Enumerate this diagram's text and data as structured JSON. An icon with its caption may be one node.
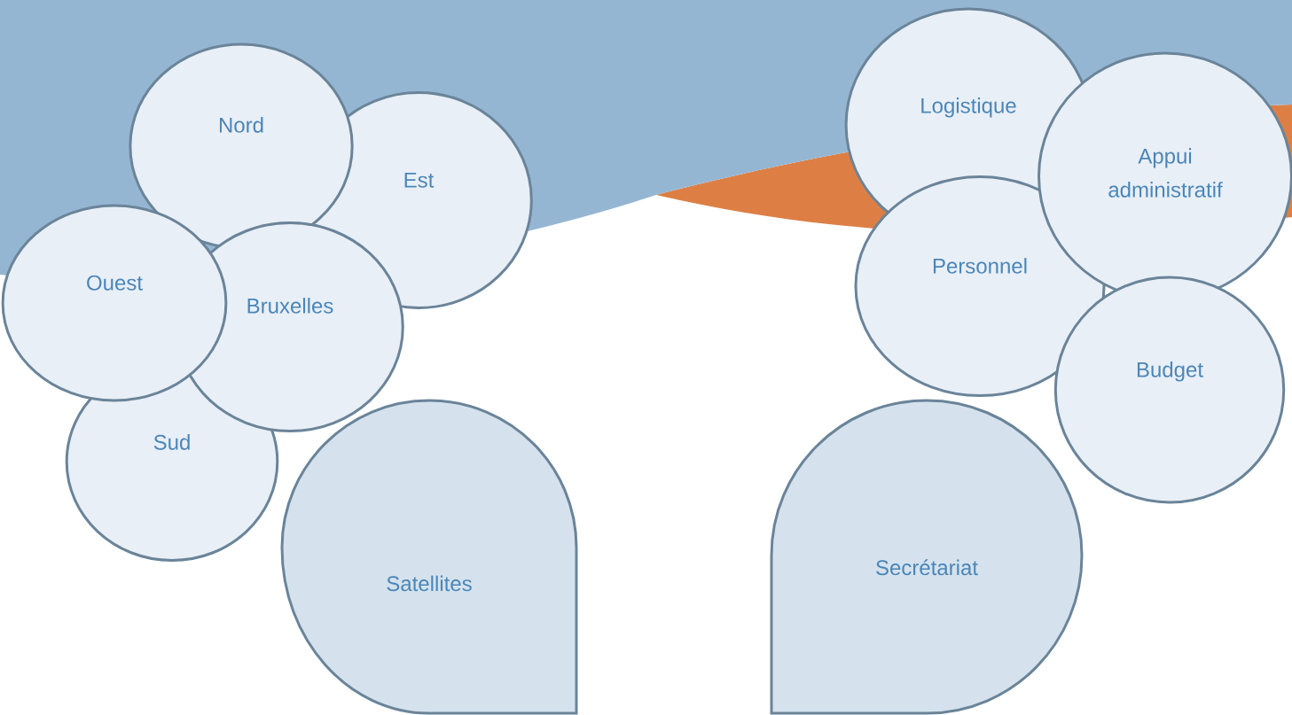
{
  "diagram": {
    "nodes": [
      {
        "text": [
          "Nord"
        ]
      },
      {
        "text": [
          "Est"
        ]
      },
      {
        "text": [
          "Ouest"
        ]
      },
      {
        "text": [
          "Bruxelles"
        ]
      },
      {
        "text": [
          "Sud"
        ]
      },
      {
        "text": [
          "Satellites"
        ]
      },
      {
        "text": [
          "Logistique"
        ]
      },
      {
        "text": [
          "Appui administratif"
        ]
      },
      {
        "text": [
          "Personnel"
        ]
      },
      {
        "text": [
          "Budget"
        ]
      },
      {
        "text": [
          "Secrétariat"
        ]
      }
    ]
  }
}
